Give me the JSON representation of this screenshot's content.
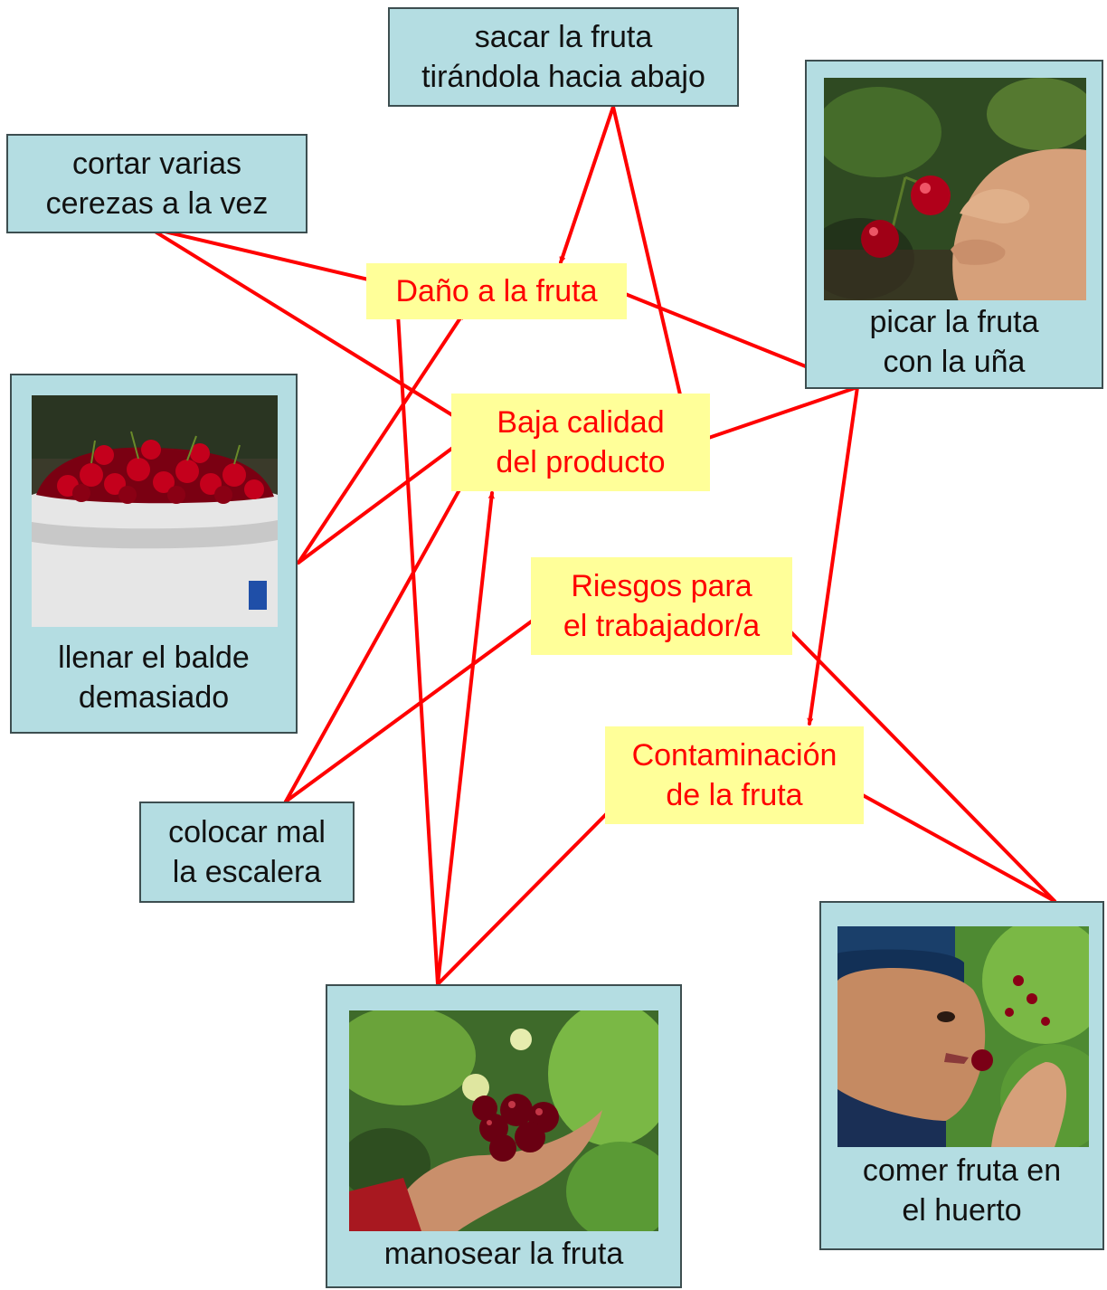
{
  "causes": {
    "sacar": "sacar la fruta\ntirándola hacia abajo",
    "cortar": "cortar varias\ncerezas a la vez",
    "picar": "picar la fruta\ncon la uña",
    "llenar": "llenar el balde\ndemasiado",
    "colocar": "colocar mal\nla escalera",
    "manosear": "manosear la fruta",
    "comer": "comer fruta en\nel huerto"
  },
  "effects": {
    "dano": "Daño a la fruta",
    "baja": "Baja calidad\ndel producto",
    "riesgos": "Riesgos para\nel trabajador/a",
    "contaminacion": "Contaminación\nde la fruta"
  },
  "colors": {
    "cause_fill": "#b4dde2",
    "cause_border": "#3d4e50",
    "effect_fill": "#ffff99",
    "effect_text": "#ff0000",
    "arrow": "#ff0000"
  },
  "photos": {
    "picar": "photo-hand-picking-cherry-with-nail",
    "llenar": "photo-overfilled-cherry-bucket",
    "manosear": "photo-hand-holding-cherries",
    "comer": "photo-worker-eating-cherry"
  },
  "links": [
    {
      "from": "sacar",
      "to": "dano"
    },
    {
      "from": "sacar",
      "to": "baja"
    },
    {
      "from": "cortar",
      "to": "dano"
    },
    {
      "from": "cortar",
      "to": "baja"
    },
    {
      "from": "picar",
      "to": "dano"
    },
    {
      "from": "picar",
      "to": "baja"
    },
    {
      "from": "picar",
      "to": "contaminacion"
    },
    {
      "from": "llenar",
      "to": "dano"
    },
    {
      "from": "llenar",
      "to": "baja"
    },
    {
      "from": "colocar",
      "to": "baja"
    },
    {
      "from": "colocar",
      "to": "riesgos"
    },
    {
      "from": "manosear",
      "to": "dano"
    },
    {
      "from": "manosear",
      "to": "baja"
    },
    {
      "from": "manosear",
      "to": "contaminacion"
    },
    {
      "from": "comer",
      "to": "riesgos"
    },
    {
      "from": "comer",
      "to": "contaminacion"
    }
  ]
}
